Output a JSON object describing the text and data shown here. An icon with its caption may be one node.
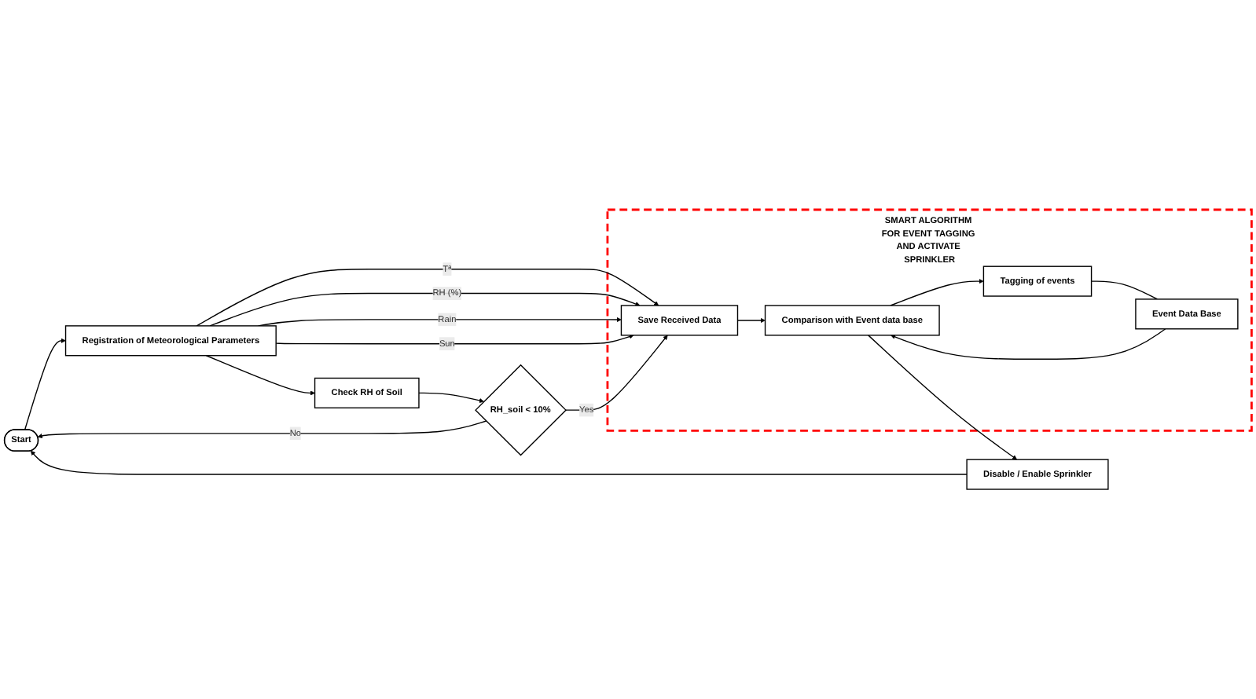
{
  "diagram": {
    "nodes": [
      {
        "text": [
          "Start"
        ]
      },
      {
        "text": [
          "Registration of Meteorological Parameters"
        ]
      },
      {
        "text": [
          "Check RH of Soil"
        ]
      },
      {
        "text": [
          "RH_soil < 10%"
        ]
      },
      {
        "text": [
          "SMART ALGORITHM FOR EVENT TAGGING AND ACTIVATE SPRINKLER"
        ]
      },
      {
        "text": [
          "Save Received Data"
        ],
        "in": 4
      },
      {
        "text": [
          "Comparison with Event data base"
        ],
        "in": 4
      },
      {
        "text": [
          "Event Data Base"
        ],
        "in": 4
      },
      {
        "text": [
          "Tagging of events"
        ],
        "in": 4
      },
      {
        "text": [
          "Disable / Enable Sprinkler"
        ]
      }
    ],
    "edges": [
      {
        "from": 0,
        "to": 1,
        "arrow": "to"
      },
      {
        "from": 1,
        "to": 5,
        "arrow": "to",
        "label": "Tª"
      },
      {
        "from": 1,
        "to": 5,
        "arrow": "to",
        "label": "RH (%)"
      },
      {
        "from": 1,
        "to": 5,
        "arrow": "to",
        "label": "Rain"
      },
      {
        "from": 1,
        "to": 5,
        "arrow": "to",
        "label": "Sun"
      },
      {
        "from": 1,
        "to": 2,
        "arrow": "to"
      },
      {
        "from": 2,
        "to": 3,
        "arrow": "to"
      },
      {
        "from": 3,
        "to": 0,
        "arrow": "to",
        "label": "No"
      },
      {
        "from": 3,
        "to": 5,
        "arrow": "to",
        "label": "Yes"
      },
      {
        "from": 5,
        "to": 6,
        "arrow": "to"
      },
      {
        "from": 6,
        "to": 9,
        "arrow": "to"
      },
      {
        "from": 9,
        "to": 0,
        "arrow": "to"
      },
      {
        "from": 6,
        "to": 8,
        "arrow": "to"
      },
      {
        "from": 8,
        "to": 7,
        "arrow": "none"
      },
      {
        "from": 7,
        "to": 6,
        "arrow": "to"
      }
    ]
  }
}
